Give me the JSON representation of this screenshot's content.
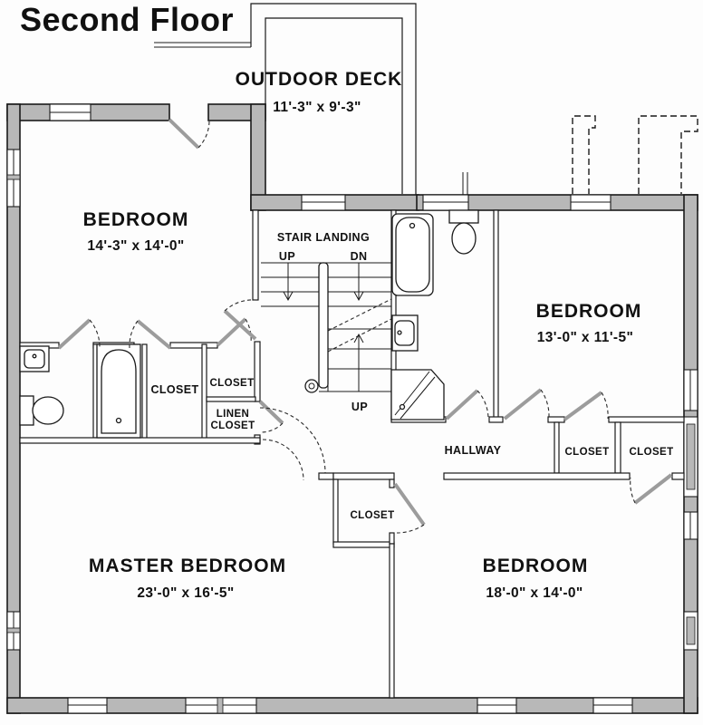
{
  "title": "Second Floor",
  "colors": {
    "wall_fill": "#b8b8b8",
    "line": "#1a1a1a",
    "background": "#fdfdfd"
  },
  "rooms": {
    "outdoor_deck": {
      "name": "OUTDOOR DECK",
      "dims": "11'-3\" x 9'-3\""
    },
    "bedroom_upper_left": {
      "name": "BEDROOM",
      "dims": "14'-3\" x 14'-0\""
    },
    "bedroom_right": {
      "name": "BEDROOM",
      "dims": "13'-0\" x 11'-5\""
    },
    "master_bedroom": {
      "name": "MASTER BEDROOM",
      "dims": "23'-0\" x 16'-5\""
    },
    "bedroom_lower_right": {
      "name": "BEDROOM",
      "dims": "18'-0\" x 14'-0\""
    },
    "stair_landing": {
      "name": "STAIR LANDING",
      "up": "UP",
      "down": "DN",
      "up_lower": "UP"
    },
    "hallway": {
      "name": "HALLWAY"
    },
    "closet_bath": {
      "name": "CLOSET"
    },
    "closet_small_upper": {
      "name": "CLOSET"
    },
    "linen_closet": {
      "line1": "LINEN",
      "line2": "CLOSET"
    },
    "closet_hall_left": {
      "name": "CLOSET"
    },
    "closet_hall_right": {
      "name": "CLOSET"
    },
    "closet_middle": {
      "name": "CLOSET"
    }
  }
}
